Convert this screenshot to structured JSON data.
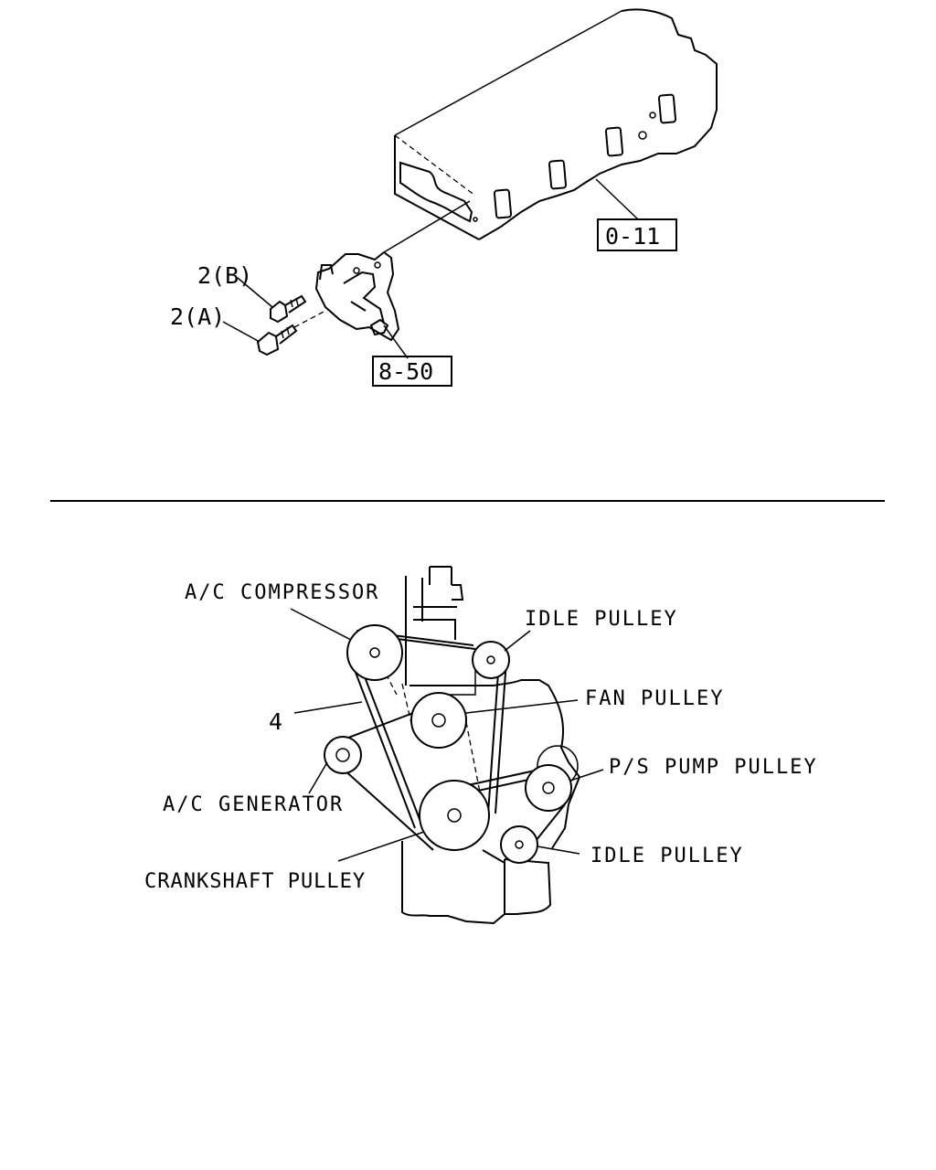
{
  "upper": {
    "ref_cylinder_head": "0-11",
    "ref_bracket": "8-50",
    "label_bolt_b": "2(B)",
    "label_bolt_a": "2(A)"
  },
  "lower": {
    "labels": {
      "ac_compressor": "A/C COMPRESSOR",
      "idle_pulley_top": "IDLE PULLEY",
      "fan_pulley": "FAN PULLEY",
      "belt_ref": "4",
      "ps_pump_pulley": "P/S PUMP PULLEY",
      "ac_generator": "A/C GENERATOR",
      "idle_pulley_bottom": "IDLE PULLEY",
      "crankshaft_pulley": "CRANKSHAFT PULLEY"
    }
  }
}
